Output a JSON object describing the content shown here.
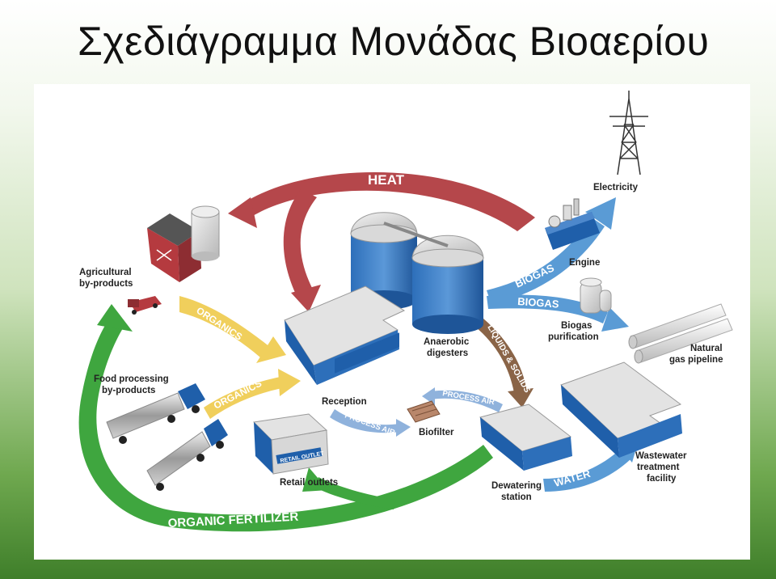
{
  "slide": {
    "title": "Σχεδιάγραμμα Μονάδας Βιοαερίου"
  },
  "arrows": {
    "heat": "HEAT",
    "organics_1": "ORGANICS",
    "organics_2": "ORGANICS",
    "biogas_1": "BIOGAS",
    "biogas_2": "BIOGAS",
    "liquids_solids": "LIQUIDS & SOLIDS",
    "process_air_1": "PROCESS AIR",
    "process_air_2": "PROCESS AIR",
    "water": "WATER",
    "organic_fertilizer": "ORGANIC FERTILIZER"
  },
  "labels": {
    "electricity": "Electricity",
    "engine": "Engine",
    "agricultural_1": "Agricultural",
    "agricultural_2": "by-products",
    "food_1": "Food processing",
    "food_2": "by-products",
    "anaerobic_1": "Anaerobic",
    "anaerobic_2": "digesters",
    "biogas_purification_1": "Biogas",
    "biogas_purification_2": "purification",
    "natural_gas_1": "Natural",
    "natural_gas_2": "gas pipeline",
    "reception": "Reception",
    "biofilter": "Biofilter",
    "retail_outlets": "Retail outlets",
    "retail_sign": "RETAIL OUTLET",
    "dewatering_1": "Dewatering",
    "dewatering_2": "station",
    "wastewater_1": "Wastewater",
    "wastewater_2": "treatment",
    "wastewater_3": "facility"
  },
  "colors": {
    "heat": "#b5474b",
    "organics": "#f0cf5c",
    "biogas": "#5a9bd5",
    "liquids": "#8a6447",
    "green": "#3fa63f",
    "building_blue": "#1f5faa"
  }
}
